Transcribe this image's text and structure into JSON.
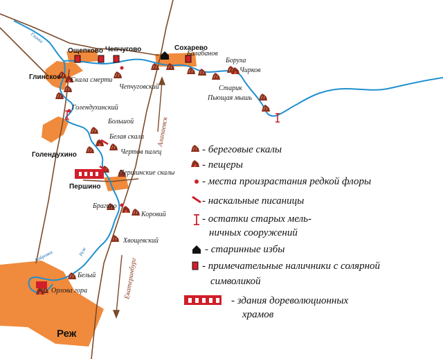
{
  "towns": {
    "oshchepkovo": "Ощепково",
    "chepchugovo": "Чепчугово",
    "sokharevo": "Сохарево",
    "glinskoe": "Глинское",
    "golendukhino": "Голендухино",
    "pershino": "Першино",
    "rezh": "Реж"
  },
  "sites": {
    "skala_smerti": "Скала смерти",
    "chepchugovsky": "Чепчуговский",
    "balabanov": "Балабанов",
    "borukha": "Боруха",
    "chirkov": "Чирков",
    "starik": "Старик",
    "pyushchaya_mysh": "Пьющая мышь",
    "golendukhinsky": "Голендухинский",
    "bolshoy": "Большой",
    "belaya_skala": "Белая скала",
    "chertov_palets": "Чертов палец",
    "pershinskie_skaly": "Першинские скалы",
    "bragino": "Брагино",
    "korovy": "Коровий",
    "khvoshchevsky": "Хвощевский",
    "bely": "Белый",
    "orlova_gora": "Орлова гора"
  },
  "roads": {
    "alapaevsk": "Алапаевск",
    "ekaterinburg": "Екатеринбург"
  },
  "rivers": {
    "glinka": "Глинка",
    "rezh": "Реж",
    "bobrovka": "Бобровка"
  },
  "legend": {
    "items": [
      {
        "icon": "coastal-rock-icon",
        "lines": [
          "- береговые скалы"
        ]
      },
      {
        "icon": "cave-icon",
        "lines": [
          "- пещеры"
        ]
      },
      {
        "icon": "rare-flora-icon",
        "lines": [
          "- места произрастания редкой флоры"
        ]
      },
      {
        "icon": "rock-painting-icon",
        "lines": [
          "- наскальные писаницы"
        ]
      },
      {
        "icon": "mill-remains-icon",
        "lines": [
          "- остатки старых мель-",
          "ничных сооружений"
        ]
      },
      {
        "icon": "old-hut-icon",
        "lines": [
          "- старинные избы"
        ]
      },
      {
        "icon": "solar-window-frame-icon",
        "lines": [
          "- примечательные наличники с солярной",
          "символикой"
        ]
      },
      {
        "icon": "church-icon",
        "lines": [
          "- здания дореволюционных",
          "храмов"
        ]
      }
    ]
  },
  "colors": {
    "river": "#1f8fd0",
    "settlement": "#f08a3c",
    "road": "#7a4a2a",
    "rock": "#8b2e1a",
    "marker_red": "#d01f2a"
  }
}
